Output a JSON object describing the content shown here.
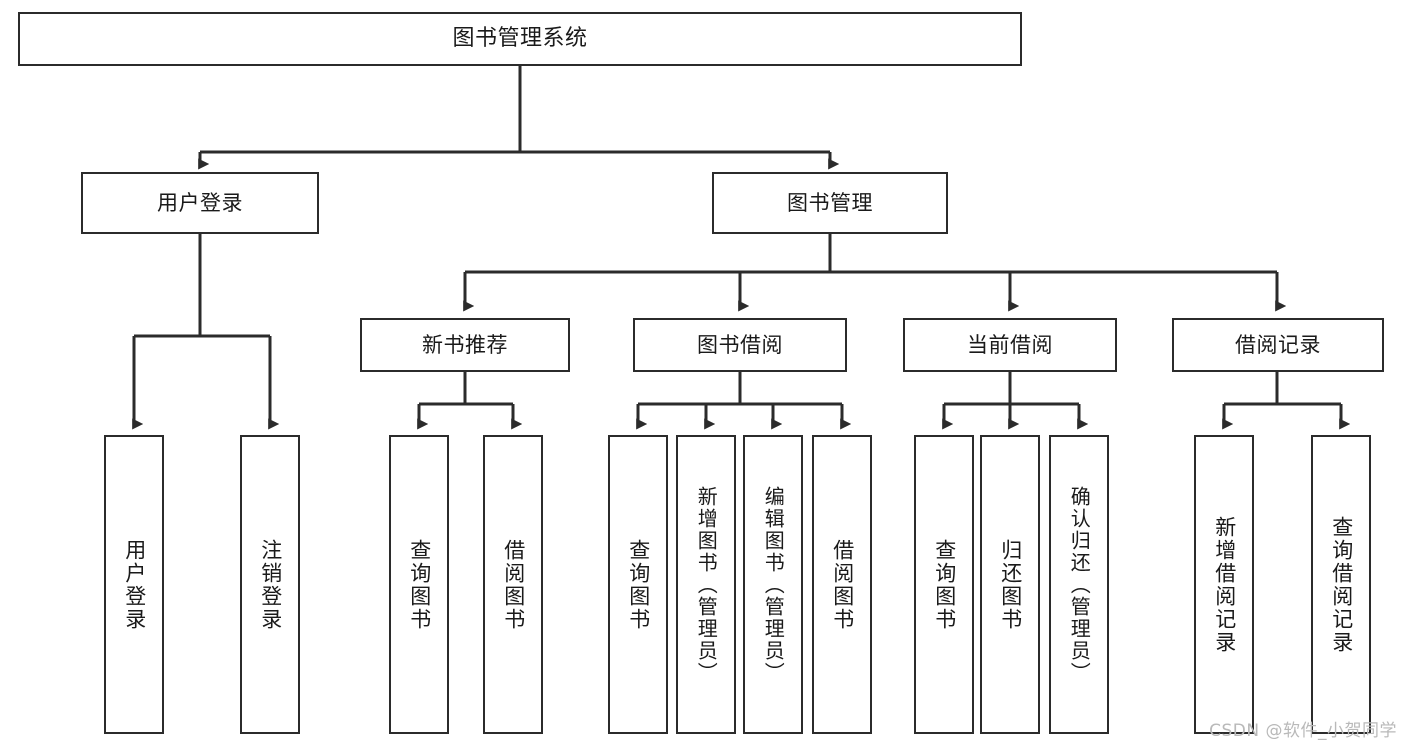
{
  "diagram": {
    "title_text": "图书管理系统",
    "type": "tree-hierarchy-chart",
    "line_color": "#2b2b2b",
    "box_fill": "#ffffff",
    "text_color": "#1a1a1a"
  },
  "nodes": {
    "root": {
      "label": "图书管理系统"
    },
    "level1": [
      {
        "id": "user-login",
        "label": "用户登录"
      },
      {
        "id": "book-manage",
        "label": "图书管理"
      }
    ],
    "level2": [
      {
        "id": "new-book-recommend",
        "label": "新书推荐"
      },
      {
        "id": "book-borrow",
        "label": "图书借阅"
      },
      {
        "id": "current-borrow",
        "label": "当前借阅"
      },
      {
        "id": "borrow-record",
        "label": "借阅记录"
      }
    ],
    "leaves": {
      "user_login": [
        {
          "id": "leaf-user-login",
          "label": "用户登录"
        },
        {
          "id": "leaf-logout-login",
          "label": "注销登录"
        }
      ],
      "new_book_recommend": [
        {
          "id": "leaf-query-book-1",
          "label": "查询图书"
        },
        {
          "id": "leaf-borrow-book-1",
          "label": "借阅图书"
        }
      ],
      "book_borrow": [
        {
          "id": "leaf-query-book-2",
          "label": "查询图书"
        },
        {
          "id": "leaf-add-book",
          "label": "新增图书（管理员）"
        },
        {
          "id": "leaf-edit-book",
          "label": "编辑图书（管理员）"
        },
        {
          "id": "leaf-borrow-book-2",
          "label": "借阅图书"
        }
      ],
      "current_borrow": [
        {
          "id": "leaf-query-book-3",
          "label": "查询图书"
        },
        {
          "id": "leaf-return-book",
          "label": "归还图书"
        },
        {
          "id": "leaf-confirm-return",
          "label": "确认归还（管理员）"
        }
      ],
      "borrow_record": [
        {
          "id": "leaf-add-record",
          "label": "新增借阅记录"
        },
        {
          "id": "leaf-query-record",
          "label": "查询借阅记录"
        }
      ]
    }
  },
  "watermark": {
    "text": "CSDN @软件_小贺同学"
  }
}
